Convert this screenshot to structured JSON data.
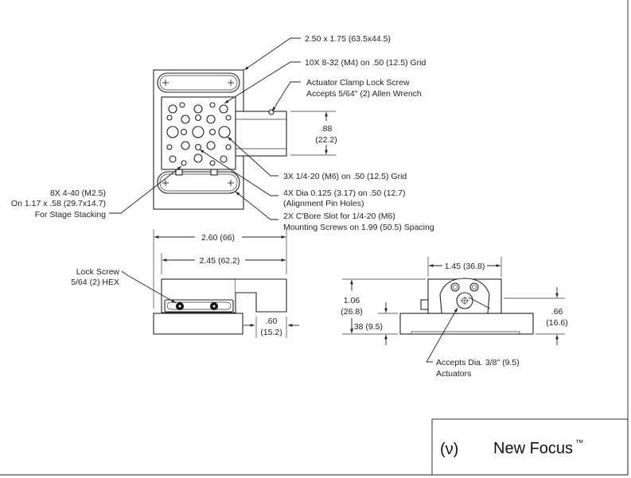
{
  "top_view": {
    "size_label": "2.50 x 1.75 (63.5x44.5)",
    "holes_8_32_label": "10X 8-32 (M4) on .50 (12.5) Grid",
    "clamp_label_line1": "Actuator Clamp Lock Screw",
    "clamp_label_line2": "Accepts 5/64\" (2) Allen Wrench",
    "dim_088": ".88",
    "dim_088_mm": "(22.2)",
    "holes_1_4_20_label": "3X 1/4-20 (M6) on .50 (12.5) Grid",
    "pin_holes_line1": "4X Dia 0.125 (3.17) on .50 (12.7)",
    "pin_holes_line2": "(Alignment Pin Holes)",
    "cbore_line1": "2X C'Bore Slot for 1/4-20 (M6)",
    "cbore_line2": "Mounting Screws on 1.99 (50.5) Spacing",
    "stacking_line1": "8X 4-40 (M2.5)",
    "stacking_line2": "On 1.17 x .58 (29.7x14.7)",
    "stacking_line3": "For Stage Stacking"
  },
  "side_view": {
    "dim_260": "2.60 (66)",
    "dim_245": "2.45 (62.2)",
    "lock_screw_line1": "Lock Screw",
    "lock_screw_line2": "5/64 (2) HEX",
    "dim_060": ".60",
    "dim_060_mm": "(15.2)"
  },
  "front_view": {
    "dim_145": "1.45 (36.8)",
    "dim_106": "1.06",
    "dim_106_mm": "(26.8)",
    "dim_038": ".38 (9.5)",
    "dim_066": ".66",
    "dim_066_mm": "(16.6)",
    "actuator_line1": "Accepts Dia. 3/8\" (9.5)",
    "actuator_line2": "Actuators"
  },
  "logo": {
    "brand": "New Focus",
    "trademark": "™",
    "mark": "(ν)"
  }
}
